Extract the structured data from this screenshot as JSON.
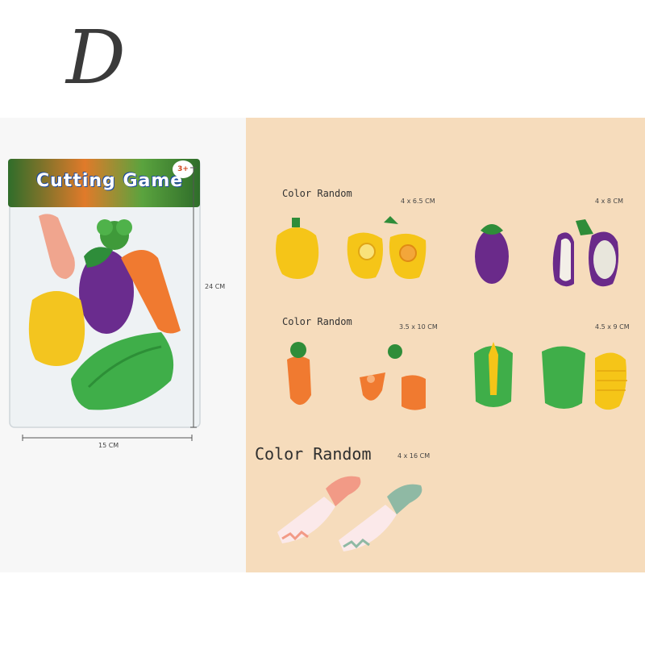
{
  "variant_label": "D",
  "package": {
    "title": "Cutting Game",
    "size_badge": "3+",
    "height_label": "24 CM",
    "width_label": "15 CM"
  },
  "products": {
    "color_random_1": "Color Random",
    "color_random_2": "Color Random",
    "color_random_3": "Color Random",
    "pepper_size": "4 x 6.5 CM",
    "eggplant_size": "4 x 8 CM",
    "carrot_size": "3.5 x 10 CM",
    "corn_size": "4.5 x 9 CM",
    "knife_size": "4 x 16 CM"
  },
  "colors": {
    "background": "#ffffff",
    "right_panel": "#f6dcbc",
    "left_panel": "#f7f7f7",
    "pepper": "#f5c518",
    "eggplant": "#6a2a8a",
    "carrot": "#f07a30",
    "leaf": "#3fa83a",
    "knife_pink": "#f29a86",
    "knife_teal": "#8fb9a4"
  }
}
